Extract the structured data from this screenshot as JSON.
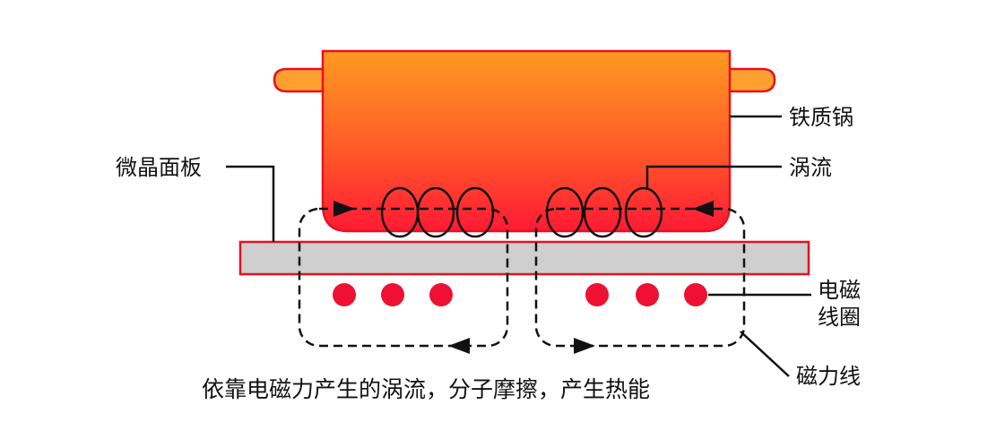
{
  "labels": {
    "pot": "铁质锅",
    "eddy": "涡流",
    "panel": "微晶面板",
    "coil_line1": "电磁",
    "coil_line2": "线圈",
    "field": "磁力线"
  },
  "caption": "依靠电磁力产生的涡流，分子摩擦，产生热能",
  "colors": {
    "pot_top": "#ff8f1e",
    "pot_bottom": "#ff1a35",
    "outline": "#e8101f",
    "panel_fill": "#cfcfcf",
    "coil_dot": "#ee1133",
    "line": "#111111"
  }
}
